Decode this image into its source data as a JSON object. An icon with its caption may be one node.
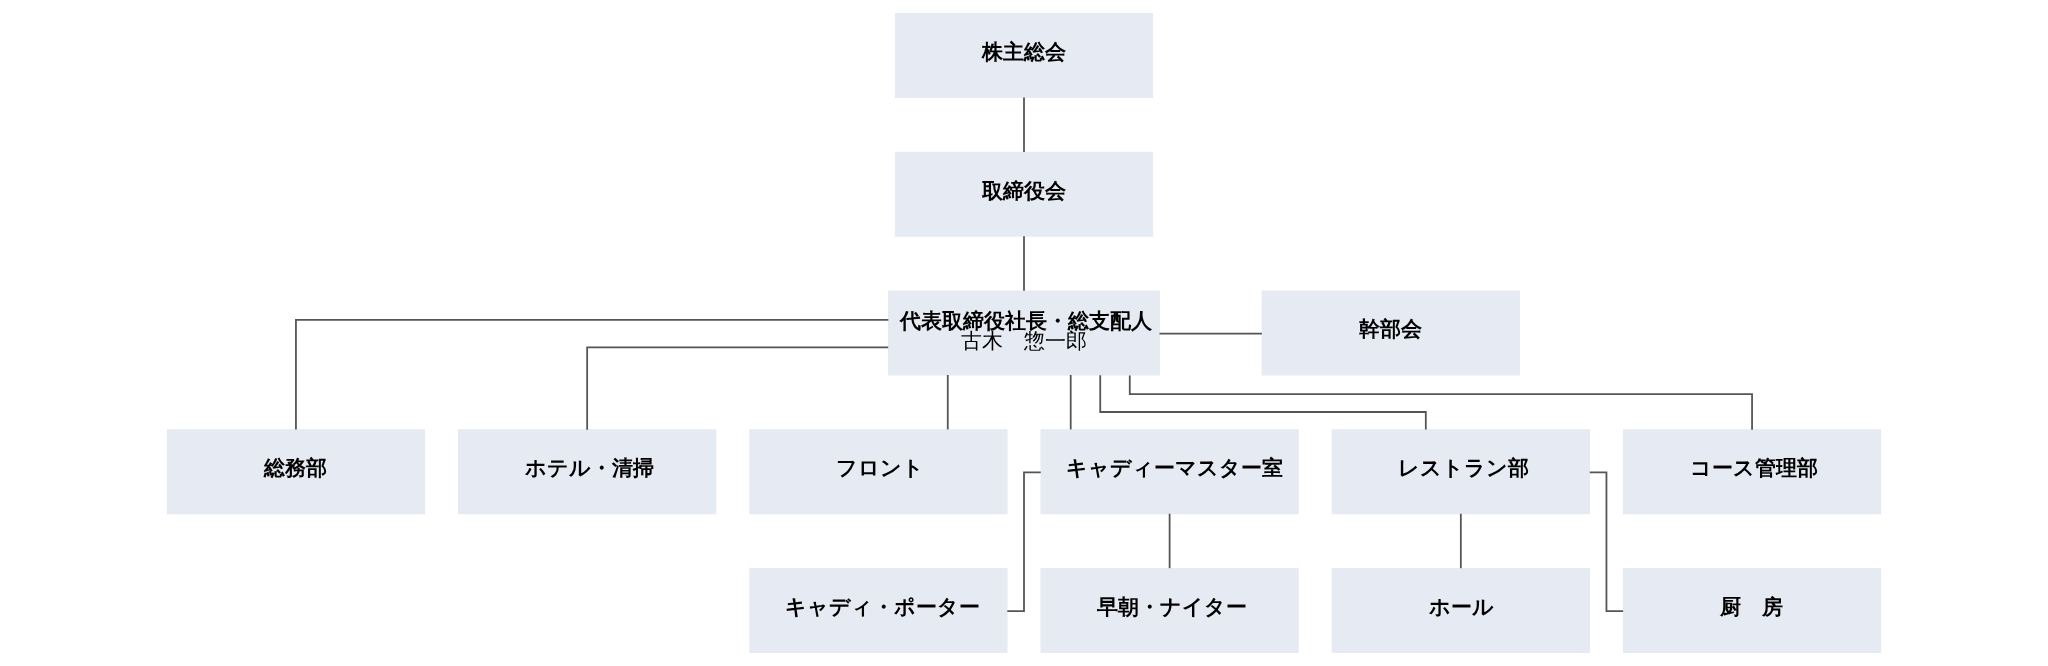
{
  "diagram": {
    "nodes": [
      {
        "text": [
          "株主総会"
        ]
      },
      {
        "text": [
          "取締役会"
        ]
      },
      {
        "text": [
          "代表取締役社長・総支配人",
          "古木　惣一郎"
        ]
      },
      {
        "text": [
          "幹部会"
        ]
      },
      {
        "text": [
          "総務部"
        ]
      },
      {
        "text": [
          "ホテル・清掃"
        ]
      },
      {
        "text": [
          "フロント"
        ]
      },
      {
        "text": [
          "キャディーマスター室"
        ]
      },
      {
        "text": [
          "レストラン部"
        ]
      },
      {
        "text": [
          "コース管理部"
        ]
      },
      {
        "text": [
          "キャディ・ポーター"
        ]
      },
      {
        "text": [
          "早朝・ナイター"
        ]
      },
      {
        "text": [
          "ホール"
        ]
      },
      {
        "text": [
          "厨　房"
        ]
      }
    ],
    "edges": [
      {
        "from": 0,
        "to": 1,
        "arrow": "none"
      },
      {
        "from": 1,
        "to": 2,
        "arrow": "none"
      },
      {
        "from": 2,
        "to": 3,
        "arrow": "none"
      },
      {
        "from": 2,
        "to": 4,
        "arrow": "none"
      },
      {
        "from": 2,
        "to": 5,
        "arrow": "none"
      },
      {
        "from": 2,
        "to": 6,
        "arrow": "none"
      },
      {
        "from": 2,
        "to": 7,
        "arrow": "none"
      },
      {
        "from": 2,
        "to": 8,
        "arrow": "none"
      },
      {
        "from": 2,
        "to": 9,
        "arrow": "none"
      },
      {
        "from": 7,
        "to": 10,
        "arrow": "none"
      },
      {
        "from": 7,
        "to": 11,
        "arrow": "none"
      },
      {
        "from": 8,
        "to": 12,
        "arrow": "none"
      },
      {
        "from": 8,
        "to": 13,
        "arrow": "none"
      }
    ]
  }
}
